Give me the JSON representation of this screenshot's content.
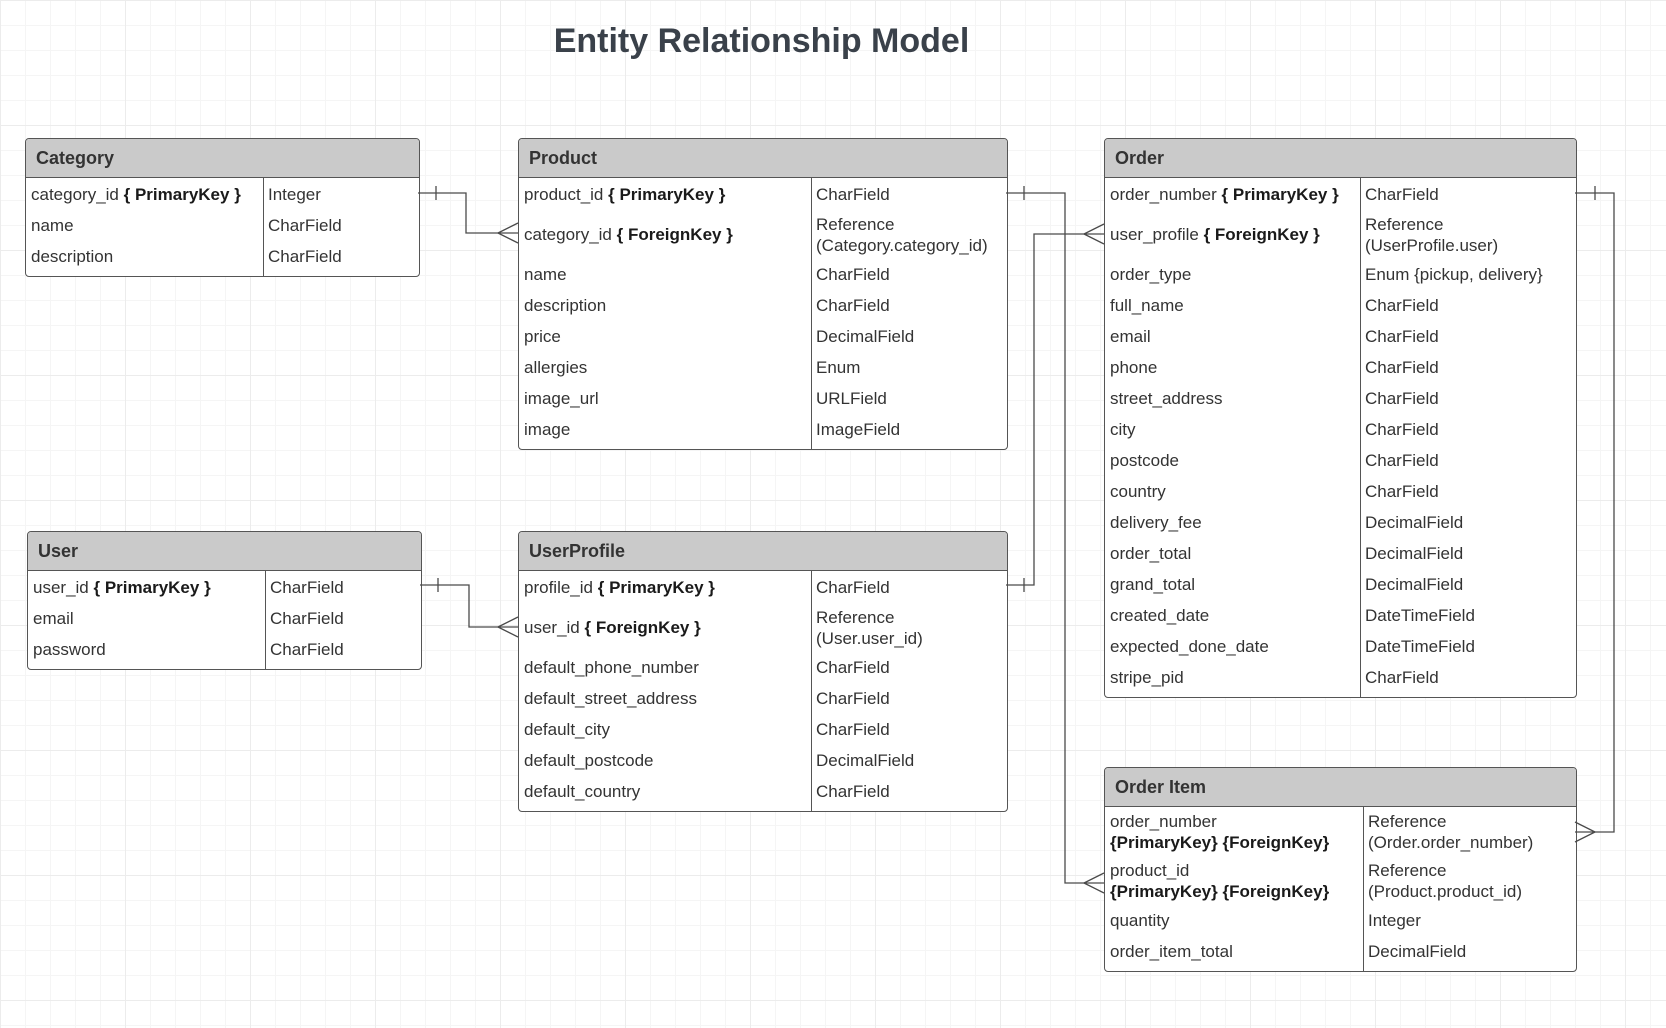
{
  "title": "Entity Relationship Model",
  "entities": {
    "category": {
      "name": "Category",
      "fields": [
        {
          "name": "category_id",
          "key": "{ PrimaryKey }",
          "type": [
            "Integer"
          ]
        },
        {
          "name": "name",
          "key": "",
          "type": [
            "CharField"
          ]
        },
        {
          "name": "description",
          "key": "",
          "type": [
            "CharField"
          ]
        }
      ]
    },
    "product": {
      "name": "Product",
      "fields": [
        {
          "name": "product_id",
          "key": "{ PrimaryKey }",
          "type": [
            "CharField"
          ]
        },
        {
          "name": "category_id",
          "key": "{ ForeignKey }",
          "type": [
            "Reference",
            "(Category.category_id)"
          ]
        },
        {
          "name": "name",
          "key": "",
          "type": [
            "CharField"
          ]
        },
        {
          "name": "description",
          "key": "",
          "type": [
            "CharField"
          ]
        },
        {
          "name": "price",
          "key": "",
          "type": [
            "DecimalField"
          ]
        },
        {
          "name": "allergies",
          "key": "",
          "type": [
            "Enum"
          ]
        },
        {
          "name": "image_url",
          "key": "",
          "type": [
            "URLField"
          ]
        },
        {
          "name": "image",
          "key": "",
          "type": [
            "ImageField"
          ]
        }
      ]
    },
    "order": {
      "name": "Order",
      "fields": [
        {
          "name": "order_number",
          "key": "{ PrimaryKey }",
          "type": [
            "CharField"
          ]
        },
        {
          "name": "user_profile",
          "key": "{ ForeignKey }",
          "type": [
            "Reference",
            "(UserProfile.user)"
          ]
        },
        {
          "name": "order_type",
          "key": "",
          "type": [
            "Enum {pickup, delivery}"
          ]
        },
        {
          "name": "full_name",
          "key": "",
          "type": [
            "CharField"
          ]
        },
        {
          "name": "email",
          "key": "",
          "type": [
            "CharField"
          ]
        },
        {
          "name": "phone",
          "key": "",
          "type": [
            "CharField"
          ]
        },
        {
          "name": "street_address",
          "key": "",
          "type": [
            "CharField"
          ]
        },
        {
          "name": "city",
          "key": "",
          "type": [
            "CharField"
          ]
        },
        {
          "name": "postcode",
          "key": "",
          "type": [
            "CharField"
          ]
        },
        {
          "name": "country",
          "key": "",
          "type": [
            "CharField"
          ]
        },
        {
          "name": "delivery_fee",
          "key": "",
          "type": [
            "DecimalField"
          ]
        },
        {
          "name": "order_total",
          "key": "",
          "type": [
            "DecimalField"
          ]
        },
        {
          "name": "grand_total",
          "key": "",
          "type": [
            "DecimalField"
          ]
        },
        {
          "name": "created_date",
          "key": "",
          "type": [
            "DateTimeField"
          ]
        },
        {
          "name": "expected_done_date",
          "key": "",
          "type": [
            "DateTimeField"
          ]
        },
        {
          "name": "stripe_pid",
          "key": "",
          "type": [
            "CharField"
          ]
        }
      ]
    },
    "user": {
      "name": "User",
      "fields": [
        {
          "name": "user_id",
          "key": "{ PrimaryKey }",
          "type": [
            "CharField"
          ]
        },
        {
          "name": "email",
          "key": "",
          "type": [
            "CharField"
          ]
        },
        {
          "name": "password",
          "key": "",
          "type": [
            "CharField"
          ]
        }
      ]
    },
    "userprofile": {
      "name": "UserProfile",
      "fields": [
        {
          "name": "profile_id",
          "key": "{ PrimaryKey }",
          "type": [
            "CharField"
          ]
        },
        {
          "name": "user_id",
          "key": "{ ForeignKey }",
          "type": [
            "Reference",
            "(User.user_id)"
          ]
        },
        {
          "name": "default_phone_number",
          "key": "",
          "type": [
            "CharField"
          ]
        },
        {
          "name": "default_street_address",
          "key": "",
          "type": [
            "CharField"
          ]
        },
        {
          "name": "default_city",
          "key": "",
          "type": [
            "CharField"
          ]
        },
        {
          "name": "default_postcode",
          "key": "",
          "type": [
            "DecimalField"
          ]
        },
        {
          "name": "default_country",
          "key": "",
          "type": [
            "CharField"
          ]
        }
      ]
    },
    "orderitem": {
      "name": "Order Item",
      "fields": [
        {
          "name": "order_number",
          "key": "{PrimaryKey} {ForeignKey}",
          "type": [
            "Reference",
            "(Order.order_number)"
          ]
        },
        {
          "name": "product_id",
          "key": "{PrimaryKey} {ForeignKey}",
          "type": [
            "Reference",
            "(Product.product_id)"
          ]
        },
        {
          "name": "quantity",
          "key": "",
          "type": [
            "Integer"
          ]
        },
        {
          "name": "order_item_total",
          "key": "",
          "type": [
            "DecimalField"
          ]
        }
      ]
    }
  },
  "relationships": [
    {
      "from": "category",
      "to": "product",
      "from_cardinality": "one",
      "to_cardinality": "many"
    },
    {
      "from": "user",
      "to": "userprofile",
      "from_cardinality": "one",
      "to_cardinality": "many"
    },
    {
      "from": "userprofile",
      "to": "order",
      "from_cardinality": "one",
      "to_cardinality": "many"
    },
    {
      "from": "product",
      "to": "orderitem",
      "from_cardinality": "one",
      "to_cardinality": "many"
    },
    {
      "from": "order",
      "to": "orderitem",
      "from_cardinality": "one",
      "to_cardinality": "many"
    }
  ],
  "colors": {
    "header_fill": "#cacaca",
    "border": "#555555",
    "title": "#3a414a",
    "text": "#333333"
  }
}
